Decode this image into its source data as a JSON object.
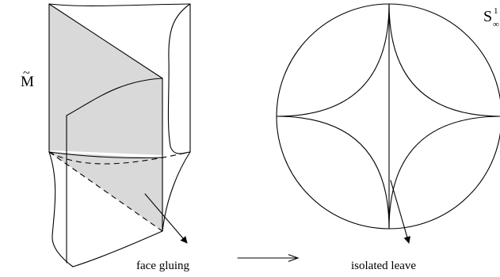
{
  "left_label_main": "M",
  "left_label_accent": "~",
  "circle_label_main": "S",
  "circle_label_super": "1",
  "circle_label_sub": "∞",
  "face_gluing_label": "face gluing",
  "isolated_leave_label": "isolated leave",
  "colors": {
    "face_fill": "#d9d9d9",
    "stroke": "#000000",
    "background": "#ffffff"
  }
}
